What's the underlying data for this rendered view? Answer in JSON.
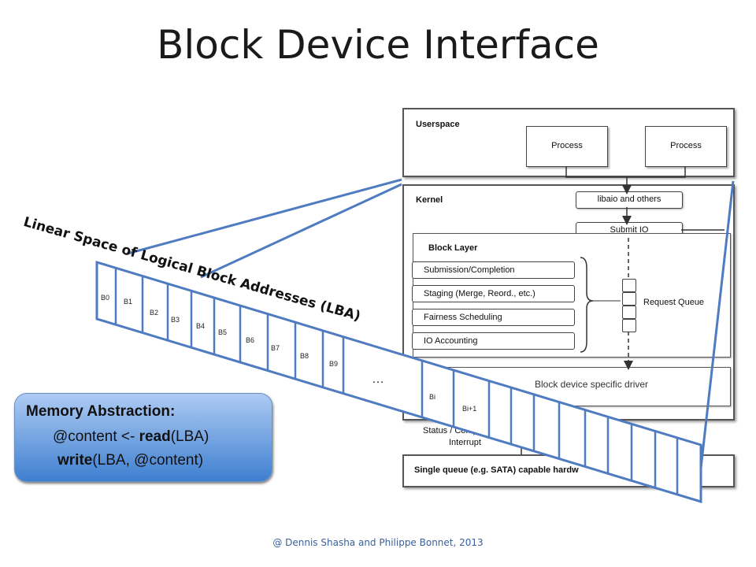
{
  "title": "Block Device Interface",
  "footer": "@ Dennis Shasha and Philippe Bonnet, 2013",
  "stack": {
    "userspace_label": "Userspace",
    "process_1": "Process",
    "process_2": "Process",
    "kernel_label": "Kernel",
    "libaio": "libaio and others",
    "submit_io": "Submit IO",
    "block_layer_label": "Block Layer",
    "layers": [
      "Submission/Completion",
      "Staging (Merge, Reord., etc.)",
      "Fairness Scheduling",
      "IO Accounting"
    ],
    "request_queue": "Request Queue",
    "driver": "Block device specific driver",
    "status_line1": "Status / Comp",
    "status_line2": "Interrupt",
    "hardware": "Single queue (e.g. SATA) capable hardw"
  },
  "lba": {
    "heading": "Linear Space of Logical Block Addresses (LBA)",
    "blocks": [
      "B0",
      "B1",
      "B2",
      "B3",
      "B4",
      "B5",
      "B6",
      "B7",
      "B8",
      "B9",
      "…",
      "Bi",
      "Bi+1"
    ]
  },
  "callout": {
    "heading": "Memory Abstraction:",
    "line1_prefix": "@content <- ",
    "line1_bold": "read",
    "line1_suffix": "(LBA)",
    "line2_bold": "write",
    "line2_suffix": "(LBA, @content)"
  },
  "colors": {
    "blue_accent": "#4f7bc0",
    "title_text": "#1a1a1a",
    "footer_text": "#3b5f9a"
  }
}
